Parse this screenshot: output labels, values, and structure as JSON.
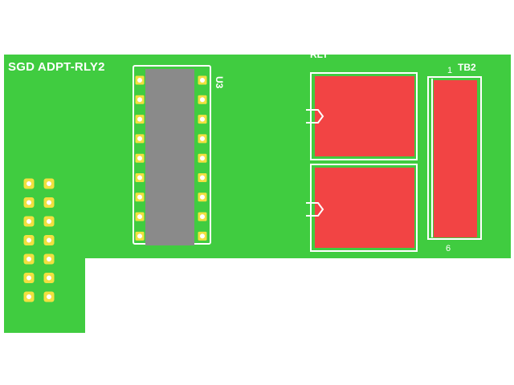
{
  "labels": {
    "board_title": "SGD ADPT-RLY2",
    "u3": "U3",
    "rly": "RLY",
    "tb2": "TB2",
    "tb2_pin_first": "1",
    "tb2_pin_last": "6"
  },
  "colors": {
    "board": "#40cc40",
    "silkscreen": "#ffffff",
    "ic_body": "#8a8a8a",
    "pad": "#f2e040",
    "pad_hole": "#ffffff",
    "component": "#f24444",
    "background": "#ffffff"
  },
  "components": {
    "u3_pins_per_side": 9,
    "header_rows": 7,
    "header_cols": 2,
    "relays": 2,
    "terminal_block_positions": 6
  }
}
